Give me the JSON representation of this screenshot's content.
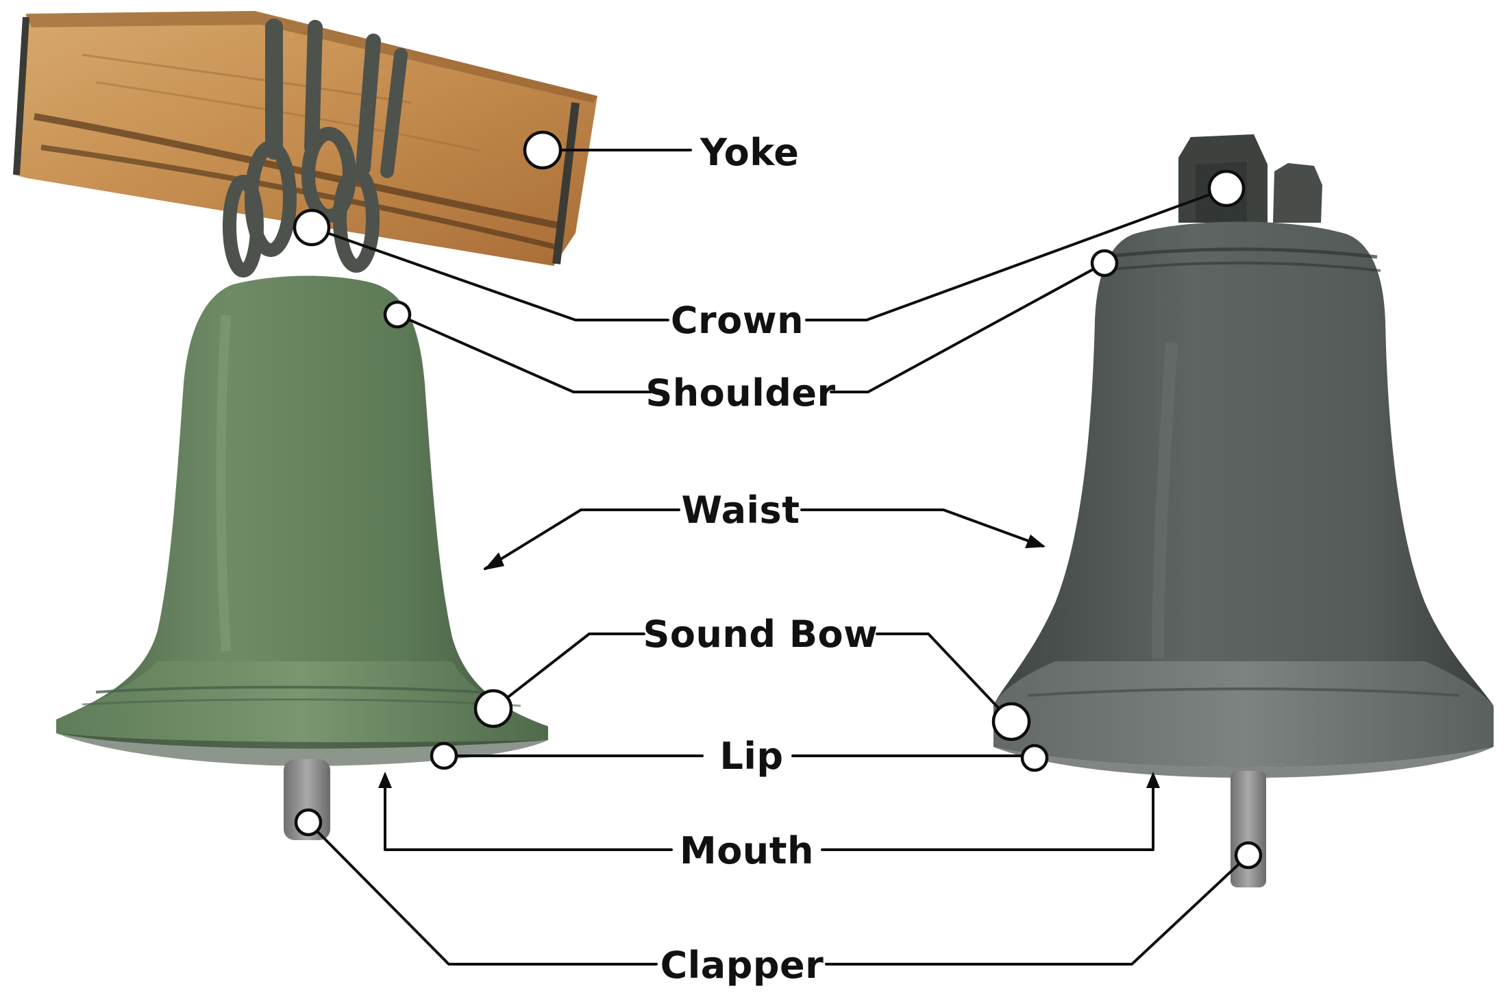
{
  "labels": {
    "yoke": "Yoke",
    "crown": "Crown",
    "shoulder": "Shoulder",
    "waist": "Waist",
    "sound_bow": "Sound Bow",
    "lip": "Lip",
    "mouth": "Mouth",
    "clapper": "Clapper"
  },
  "colors": {
    "label": "#111111",
    "leader": "#0d0d0d",
    "marker_fill": "#ffffff",
    "wood": "#c98f52",
    "green_bronze": "#6a8560",
    "dark_bronze": "#545a55"
  },
  "images": {
    "left": "green-patina-bell-hanging-from-wooden-yoke",
    "right": "dark-bronze-bell"
  }
}
